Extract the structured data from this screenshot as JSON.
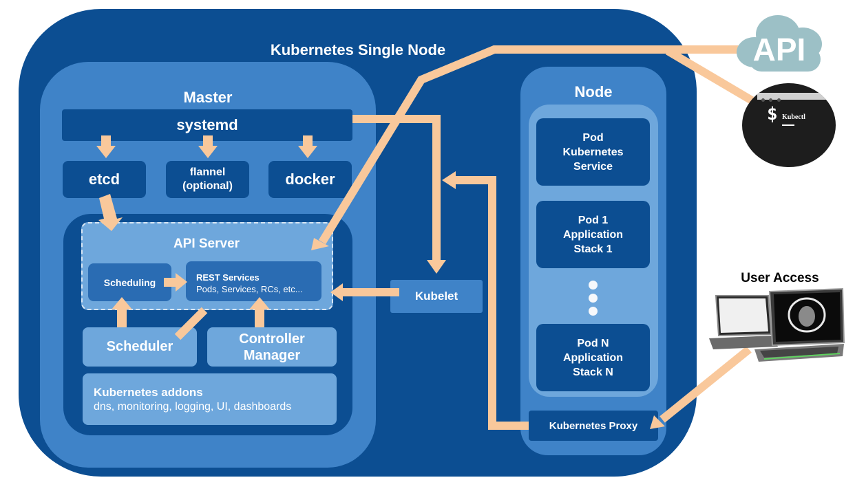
{
  "title": "Kubernetes Single Node",
  "master": {
    "label": "Master",
    "systemd": "systemd",
    "etcd": "etcd",
    "flannel": "flannel\n(optional)",
    "docker": "docker",
    "api_server": "API Server",
    "scheduling": "Scheduling",
    "rest_title": "REST Services",
    "rest_sub": "Pods, Services, RCs, etc...",
    "scheduler": "Scheduler",
    "controller_manager": "Controller\nManager",
    "addons_title": "Kubernetes addons",
    "addons_sub": "dns, monitoring, logging, UI, dashboards"
  },
  "kubelet": "Kubelet",
  "node": {
    "label": "Node",
    "pods": [
      "Pod\nKubernetes\nService",
      "Pod 1\nApplication\nStack 1",
      "Pod N\nApplication\nStack N"
    ],
    "proxy": "Kubernetes Proxy"
  },
  "api_cloud": "API",
  "kubectl": {
    "prompt": "$",
    "label": "Kubectl"
  },
  "user_access": "User Access",
  "colors": {
    "dark_blue": "#0c4e92",
    "mid_blue": "#3f83c8",
    "light_blue": "#6ea7dc",
    "arrow": "#f9c89b",
    "cloud": "#9cc0c6"
  }
}
